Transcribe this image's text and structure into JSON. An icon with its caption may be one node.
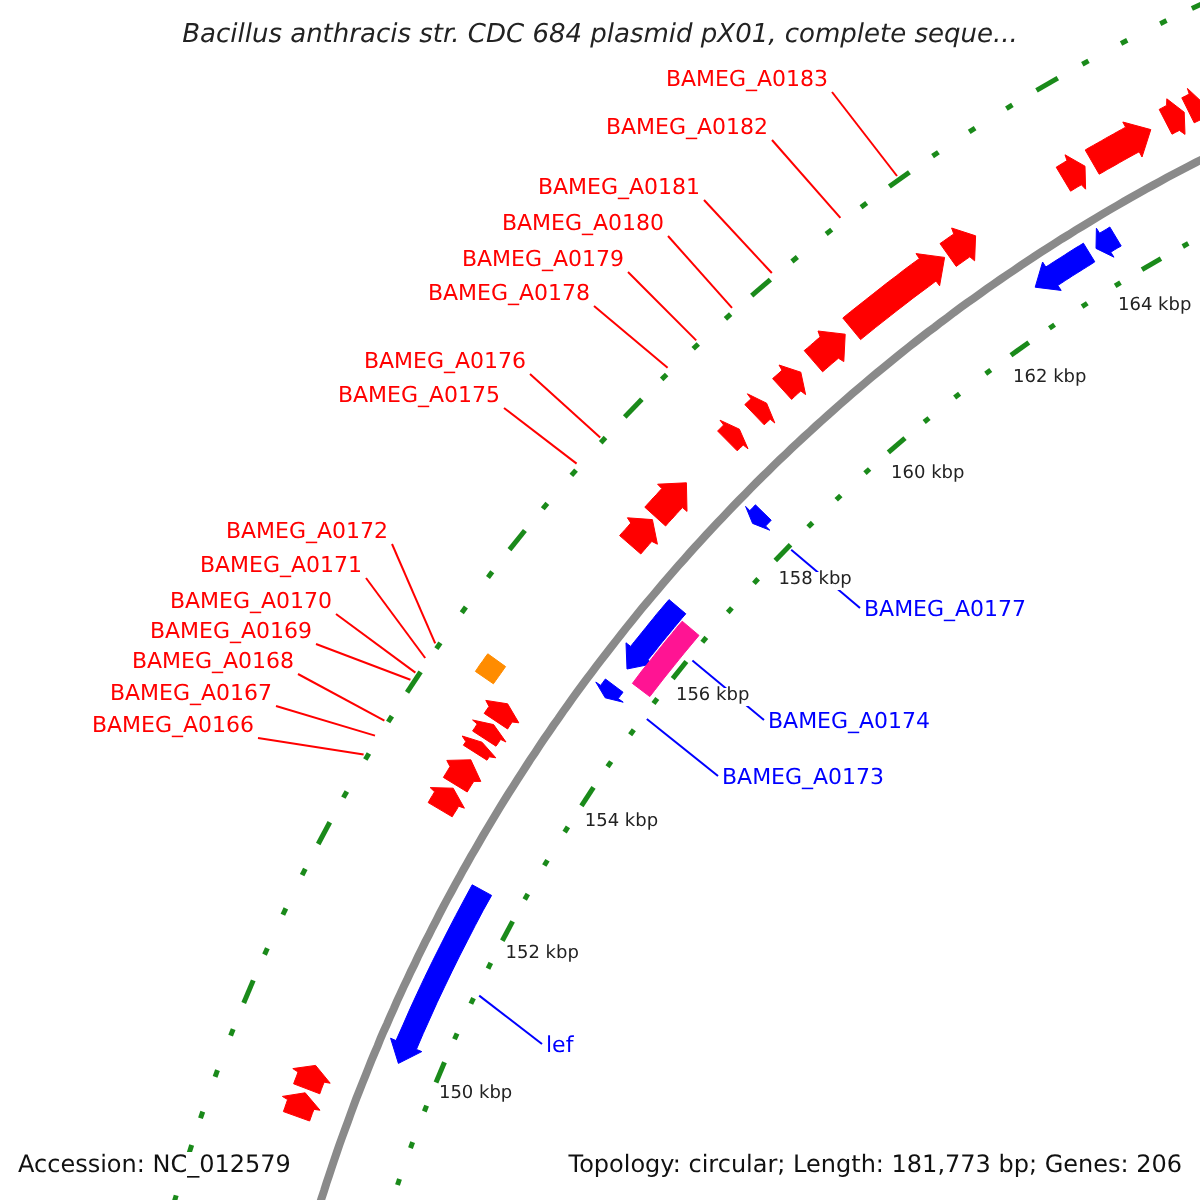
{
  "diagram": {
    "title": "Bacillus anthracis str. CDC 684 plasmid pX01, complete seque...",
    "nodes": [
      {
        "text": [
          "BAMEG_A0183"
        ]
      },
      {
        "text": [
          "BAMEG_A0182"
        ]
      },
      {
        "text": [
          "BAMEG_A0181"
        ]
      },
      {
        "text": [
          "BAMEG_A0180"
        ]
      },
      {
        "text": [
          "BAMEG_A0179"
        ]
      },
      {
        "text": [
          "BAMEG_A0178"
        ]
      },
      {
        "text": [
          "BAMEG_A0176"
        ]
      },
      {
        "text": [
          "BAMEG_A0175"
        ]
      },
      {
        "text": [
          "BAMEG_A0172"
        ]
      },
      {
        "text": [
          "BAMEG_A0171"
        ]
      },
      {
        "text": [
          "BAMEG_A0170"
        ]
      },
      {
        "text": [
          "BAMEG_A0169"
        ]
      },
      {
        "text": [
          "BAMEG_A0168"
        ]
      },
      {
        "text": [
          "BAMEG_A0167"
        ]
      },
      {
        "text": [
          "BAMEG_A0166"
        ]
      },
      {
        "text": [
          "BAMEG_A0177"
        ]
      },
      {
        "text": [
          "BAMEG_A0174"
        ]
      },
      {
        "text": [
          "BAMEG_A0173"
        ]
      },
      {
        "text": [
          "lef"
        ]
      }
    ],
    "edges": [
      {
        "from": 0,
        "to": null,
        "arrow": "none"
      },
      {
        "from": 1,
        "to": null,
        "arrow": "none"
      },
      {
        "from": 2,
        "to": null,
        "arrow": "none"
      },
      {
        "from": 3,
        "to": null,
        "arrow": "none"
      },
      {
        "from": 4,
        "to": null,
        "arrow": "none"
      },
      {
        "from": 5,
        "to": null,
        "arrow": "none"
      },
      {
        "from": 6,
        "to": null,
        "arrow": "none"
      },
      {
        "from": 7,
        "to": null,
        "arrow": "none"
      },
      {
        "from": 8,
        "to": null,
        "arrow": "none"
      },
      {
        "from": 9,
        "to": null,
        "arrow": "none"
      },
      {
        "from": 10,
        "to": null,
        "arrow": "none"
      },
      {
        "from": 11,
        "to": null,
        "arrow": "none"
      },
      {
        "from": 12,
        "to": null,
        "arrow": "none"
      },
      {
        "from": 13,
        "to": null,
        "arrow": "none"
      },
      {
        "from": 14,
        "to": null,
        "arrow": "none"
      },
      {
        "from": 15,
        "to": null,
        "arrow": "none",
        "color": "#0000ff"
      },
      {
        "from": 16,
        "to": null,
        "arrow": "none",
        "color": "#0000ff"
      },
      {
        "from": 17,
        "to": null,
        "arrow": "none",
        "color": "#0000ff"
      },
      {
        "from": 18,
        "to": null,
        "arrow": "none",
        "color": "#0000ff"
      }
    ],
    "labels": [
      "164 kbp",
      "162 kbp",
      "160 kbp",
      "158 kbp",
      "156 kbp",
      "154 kbp",
      "152 kbp",
      "150 kbp",
      "Accession: NC_012579",
      "Topology: circular; Length: 181,773 bp; Genes: 206"
    ]
  }
}
